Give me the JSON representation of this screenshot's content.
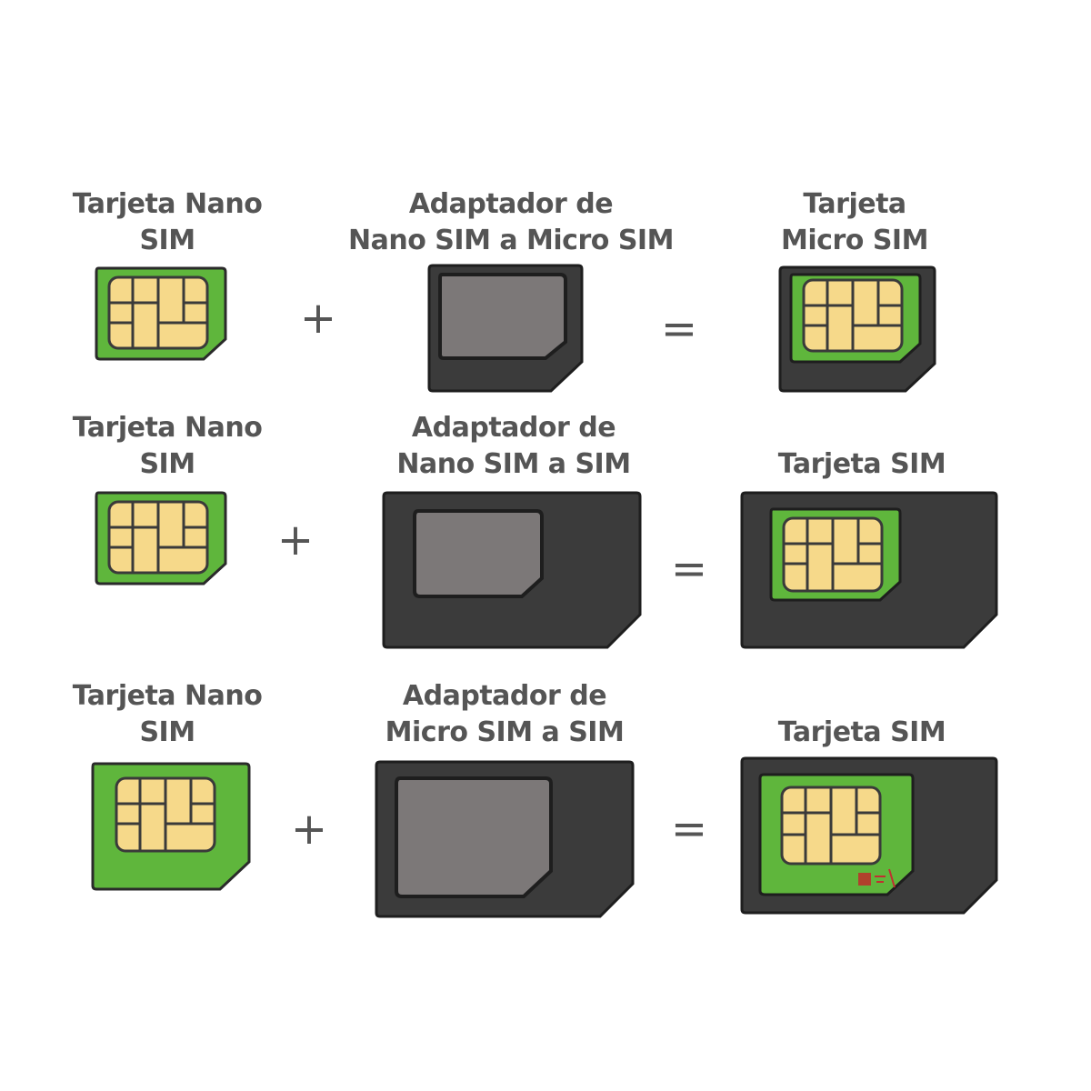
{
  "colors": {
    "sim_green": "#5fb63c",
    "chip_gold": "#f6d98a",
    "adapter_dark": "#3b3b3b",
    "adapter_slot": "#7c7878",
    "text_gray": "#555555"
  },
  "rows": [
    {
      "left_label": [
        "Tarjeta Nano",
        "SIM"
      ],
      "middle_label": [
        "Adaptador de",
        "Nano SIM a Micro SIM"
      ],
      "right_label": [
        "Tarjeta",
        "Micro SIM"
      ],
      "plus": "+",
      "equals": "="
    },
    {
      "left_label": [
        "Tarjeta Nano",
        "SIM"
      ],
      "middle_label": [
        "Adaptador de",
        "Nano SIM a SIM"
      ],
      "right_label": [
        "Tarjeta SIM"
      ],
      "plus": "+",
      "equals": "="
    },
    {
      "left_label": [
        "Tarjeta Nano",
        "SIM"
      ],
      "middle_label": [
        "Adaptador de",
        "Micro SIM a SIM"
      ],
      "right_label": [
        "Tarjeta SIM"
      ],
      "plus": "+",
      "equals": "="
    }
  ]
}
